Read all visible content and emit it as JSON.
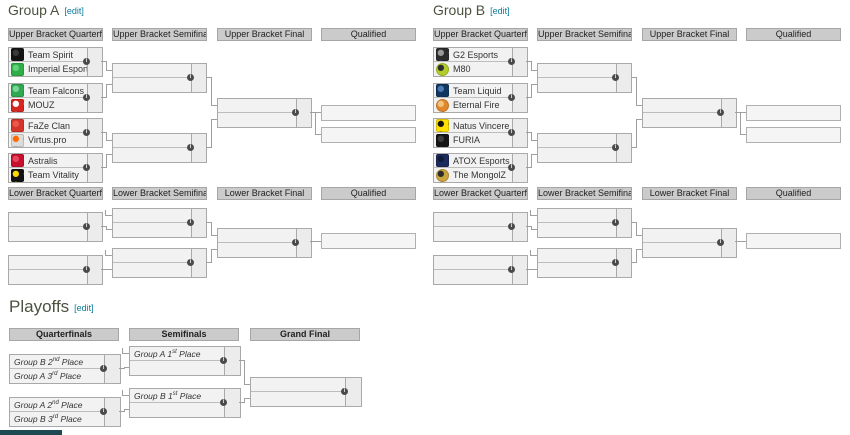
{
  "colors": {
    "heading": "#4c523f",
    "edit_link": "#0b7a9b",
    "header_bg": "#cbcbcb",
    "box_bg": "#f2f2f2",
    "box_border": "#a9a9a9",
    "connector_line": "#9f9f9f",
    "info_dot": "#4a4a4a",
    "partial_bar": "#1d4a52"
  },
  "groups": [
    {
      "title": "Group A",
      "edit_label": "[edit]",
      "upper_headers": [
        "Upper Bracket Quarterfi...",
        "Upper Bracket Semifinals",
        "Upper Bracket Final",
        "Qualified"
      ],
      "lower_headers": [
        "Lower Bracket Quarterfi...",
        "Lower Bracket Semifinal",
        "Lower Bracket Final",
        "Qualified"
      ],
      "upper_quarterfinals": [
        {
          "top": {
            "name": "Team Spirit",
            "icon": "team-spirit-logo",
            "c1": "#141414",
            "c2": "#3a3a3a",
            "shape": "square"
          },
          "bottom": {
            "name": "Imperial Esports",
            "icon": "imperial-esports-logo",
            "c1": "#2eae47",
            "c2": "#63d27c",
            "shape": "square"
          }
        },
        {
          "top": {
            "name": "Team Falcons",
            "icon": "team-falcons-logo",
            "c1": "#2fa852",
            "c2": "#7bd596",
            "shape": "square"
          },
          "bottom": {
            "name": "MOUZ",
            "icon": "mouz-logo",
            "c1": "#d6261f",
            "c2": "#ffffff",
            "shape": "square"
          }
        },
        {
          "top": {
            "name": "FaZe Clan",
            "icon": "faze-clan-logo",
            "c1": "#d6362a",
            "c2": "#e8594e",
            "shape": "square"
          },
          "bottom": {
            "name": "Virtus.pro",
            "icon": "virtus-pro-logo",
            "c1": "#dcdcdc",
            "c2": "#ff6a00",
            "shape": "square"
          }
        },
        {
          "top": {
            "name": "Astralis",
            "icon": "astralis-logo",
            "c1": "#c8102e",
            "c2": "#e44560",
            "shape": "square"
          },
          "bottom": {
            "name": "Team Vitality",
            "icon": "team-vitality-logo",
            "c1": "#121212",
            "c2": "#ffd800",
            "shape": "square"
          }
        }
      ]
    },
    {
      "title": "Group B",
      "edit_label": "[edit]",
      "upper_headers": [
        "Upper Bracket Quarterfi...",
        "Upper Bracket Semifinals",
        "Upper Bracket Final",
        "Qualified"
      ],
      "lower_headers": [
        "Lower Bracket Quarterfi...",
        "Lower Bracket Semifinal",
        "Lower Bracket Final",
        "Qualified"
      ],
      "upper_quarterfinals": [
        {
          "top": {
            "name": "G2 Esports",
            "icon": "g2-esports-logo",
            "c1": "#2c2c2c",
            "c2": "#9a9a9a",
            "shape": "square"
          },
          "bottom": {
            "name": "M80",
            "icon": "m80-logo",
            "c1": "#b3cd2b",
            "c2": "#2d2d2d",
            "shape": "circle"
          }
        },
        {
          "top": {
            "name": "Team Liquid",
            "icon": "team-liquid-logo",
            "c1": "#10365f",
            "c2": "#4a7ab5",
            "shape": "square"
          },
          "bottom": {
            "name": "Eternal Fire",
            "icon": "eternal-fire-logo",
            "c1": "#e0882e",
            "c2": "#f3c27e",
            "shape": "circle"
          }
        },
        {
          "top": {
            "name": "Natus Vincere",
            "icon": "natus-vincere-logo",
            "c1": "#ffe000",
            "c2": "#141414",
            "shape": "square"
          },
          "bottom": {
            "name": "FURIA",
            "icon": "furia-logo",
            "c1": "#141414",
            "c2": "#3c3c3c",
            "shape": "square"
          }
        },
        {
          "top": {
            "name": "ATOX Esports",
            "icon": "atox-esports-logo",
            "c1": "#1c2b5e",
            "c2": "#0f1a3a",
            "shape": "square"
          },
          "bottom": {
            "name": "The MongolZ",
            "icon": "the-mongolz-logo",
            "c1": "#caa43e",
            "c2": "#2b2b2b",
            "shape": "circle"
          }
        }
      ]
    }
  ],
  "playoffs": {
    "title": "Playoffs",
    "edit_label": "[edit]",
    "headers": [
      "Quarterfinals",
      "Semifinals",
      "Grand Final"
    ],
    "quarterfinals": [
      {
        "top": {
          "pre": "Group B 2",
          "sup": "nd",
          "post": " Place"
        },
        "bottom": {
          "pre": "Group A 3",
          "sup": "rd",
          "post": " Place"
        }
      },
      {
        "top": {
          "pre": "Group A 2",
          "sup": "nd",
          "post": " Place"
        },
        "bottom": {
          "pre": "Group B 3",
          "sup": "rd",
          "post": " Place"
        }
      }
    ],
    "semifinals": [
      {
        "top": {
          "pre": "Group A 1",
          "sup": "st",
          "post": " Place"
        }
      },
      {
        "top": {
          "pre": "Group B 1",
          "sup": "st",
          "post": " Place"
        }
      }
    ]
  }
}
